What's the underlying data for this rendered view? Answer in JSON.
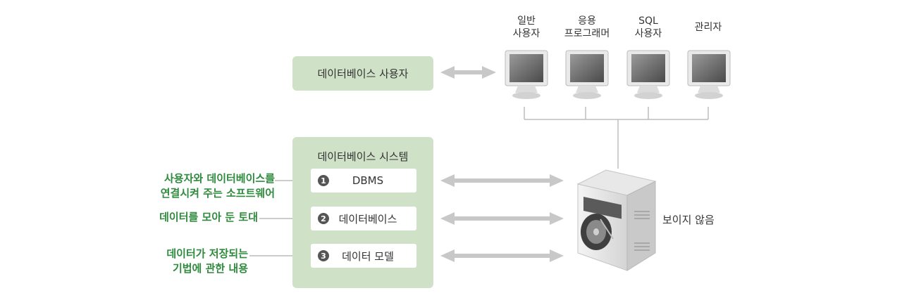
{
  "users_box": {
    "label": "데이터베이스 사용자"
  },
  "roles": [
    {
      "line1": "일반",
      "line2": "사용자"
    },
    {
      "line1": "응용",
      "line2": "프로그래머"
    },
    {
      "line1": "SQL",
      "line2": "사용자"
    },
    {
      "line1": "관리자",
      "line2": ""
    }
  ],
  "system": {
    "title": "데이터베이스 시스템",
    "items": [
      {
        "num": "1",
        "label": "DBMS"
      },
      {
        "num": "2",
        "label": "데이터베이스"
      },
      {
        "num": "3",
        "label": "데이터 모델"
      }
    ]
  },
  "notes": [
    {
      "line1": "사용자와 데이터베이스를",
      "line2": "연결시켜 주는 소프트웨어"
    },
    {
      "line1": "데이터를 모아 둔 토대",
      "line2": ""
    },
    {
      "line1": "데이터가 저장되는",
      "line2": "기법에 관한 내용"
    }
  ],
  "server_label": "보이지 않음",
  "colors": {
    "green_box": "#cfe2c7",
    "note_green": "#2e8b3d",
    "arrow": "#c8c8c8"
  }
}
